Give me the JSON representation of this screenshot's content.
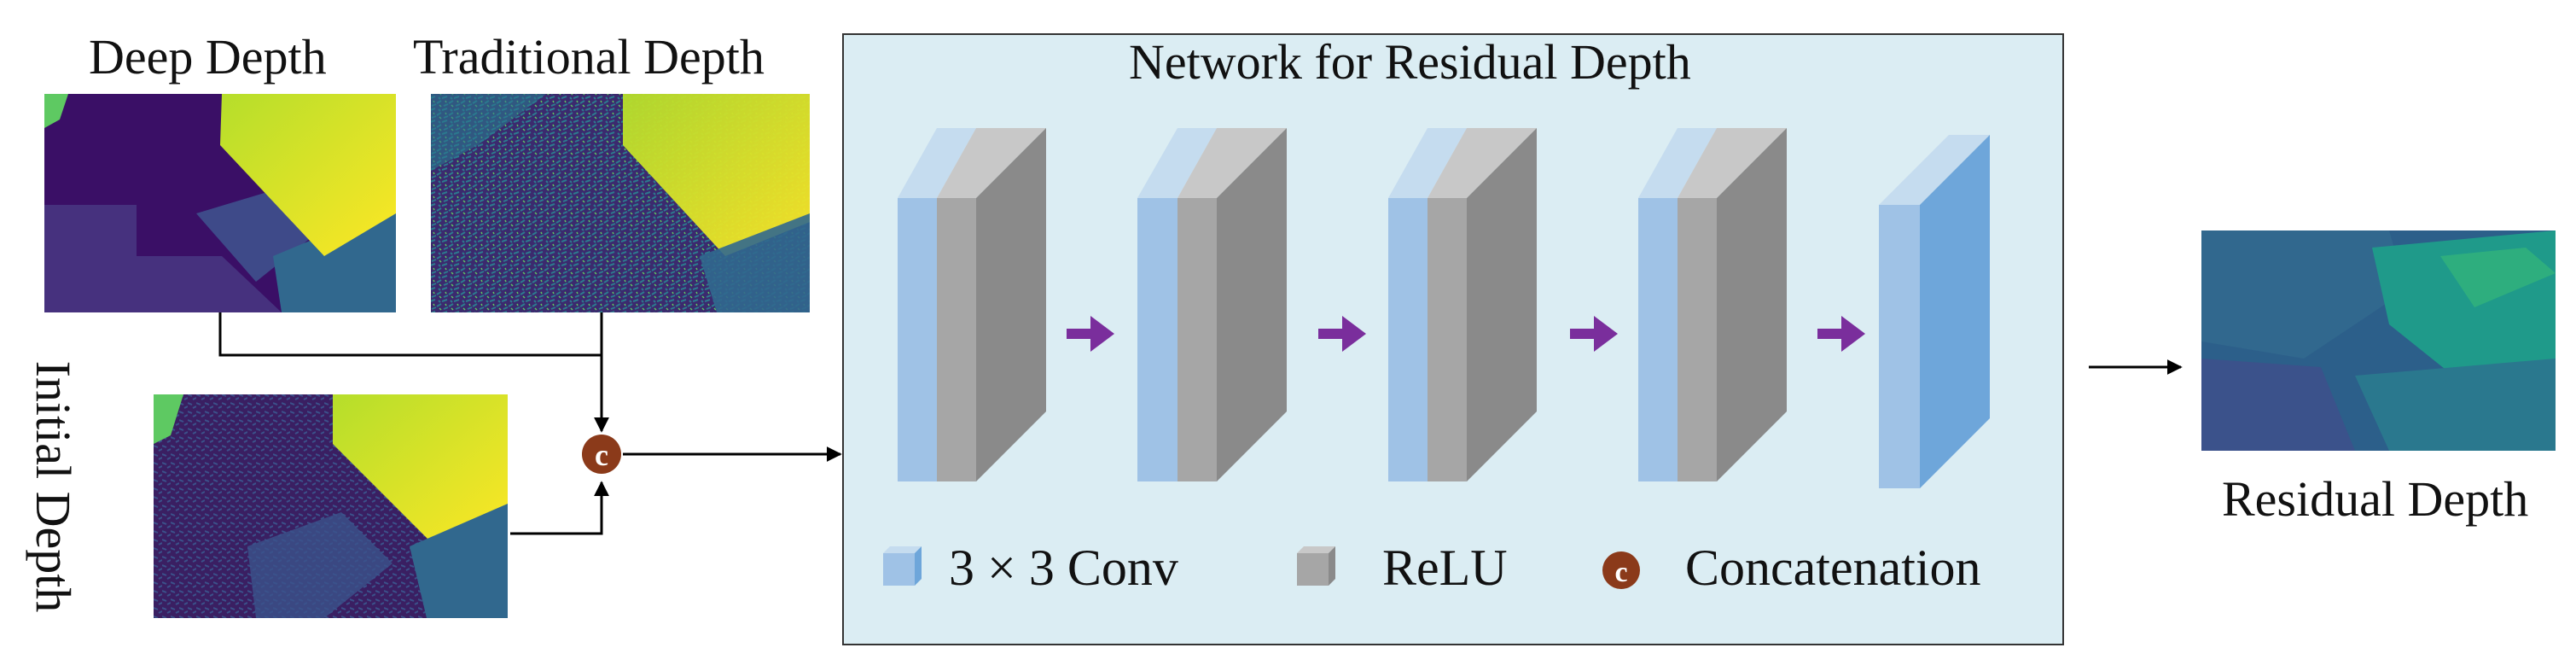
{
  "inputs": {
    "deep_depth_label": "Deep Depth",
    "traditional_depth_label": "Traditional Depth",
    "initial_depth_label": "Initial Depth"
  },
  "network": {
    "title": "Network for Residual Depth",
    "legend": {
      "conv_label": "3 × 3 Conv",
      "relu_label": "ReLU",
      "concat_label": "Concatenation",
      "concat_symbol": "c"
    }
  },
  "output": {
    "residual_depth_label": "Residual Depth"
  },
  "colors": {
    "network_panel_fill": "#dbedf3",
    "conv_face": "#9fc2e6",
    "conv_top": "#c5dcef",
    "conv_side": "#6ea6da",
    "relu_face": "#a6a6a6",
    "relu_top": "#c8c8c8",
    "relu_side": "#8a8a8a",
    "flow_arrow": "#7a2e9c",
    "concat_node": "#8b3a1a",
    "viridis_dark": "#440154",
    "viridis_mid": "#31688e",
    "viridis_teal": "#21918c",
    "viridis_yellow": "#fde725"
  }
}
